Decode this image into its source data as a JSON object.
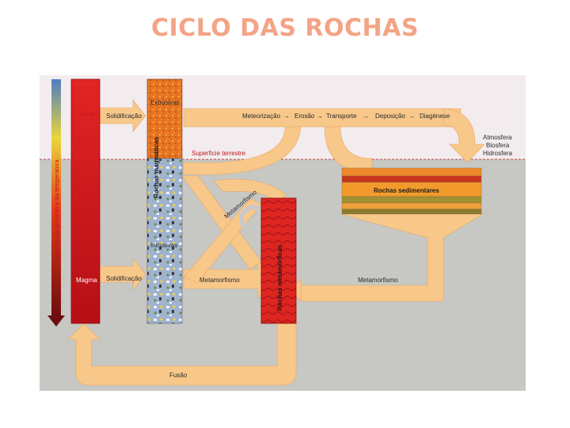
{
  "title": "CICLO DAS ROCHAS",
  "labels": {
    "axis": "Aumento da pressão e da temperatura",
    "lava": "Lava",
    "magma": "Magma",
    "solid_top": "Solidificação",
    "solid_bottom": "Solidificação",
    "extrusivas": "Extrusivas",
    "intrusivas": "Intrusivas",
    "magmaticas": "Rochas magmáticas",
    "metamorficas": "Rochas metamórficas",
    "sedimentares": "Rochas sedimentares",
    "superficie": "Superfície terrestre",
    "meteorizacao": "Meteorização",
    "erosao": "Erosão",
    "transporte": "Transporte",
    "deposicao": "Deposição",
    "diagenese": "Diagénese",
    "atmosfera": "Atmosfera",
    "biosfera": "Biosfera",
    "hidrosfera": "Hidrosfera",
    "metamorfismo_curved": "Metamorfismo",
    "metamorfismo_left": "Metamorfismo",
    "metamorfismo_right": "Metamorfismo",
    "fusao": "Fusão"
  },
  "colors": {
    "title": "#f4a486",
    "sky": "#f3ecef",
    "ground": "#c7c7c3",
    "arrow": "#f8c88a",
    "magma_red": "#d61f1f",
    "label_red": "#c0161b"
  }
}
